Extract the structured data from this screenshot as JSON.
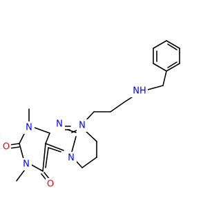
{
  "colors": {
    "nitrogen": "#0000ff",
    "oxygen": "#ff0000",
    "carbon": "#000000",
    "background": "#ffffff"
  },
  "labels": {
    "nh": "NH",
    "n_chain": "N",
    "n_ring": "N",
    "n_imine": "N",
    "n1": "N",
    "n3": "N",
    "n_fused": "N",
    "o_upper": "O",
    "o_lower": "O"
  }
}
